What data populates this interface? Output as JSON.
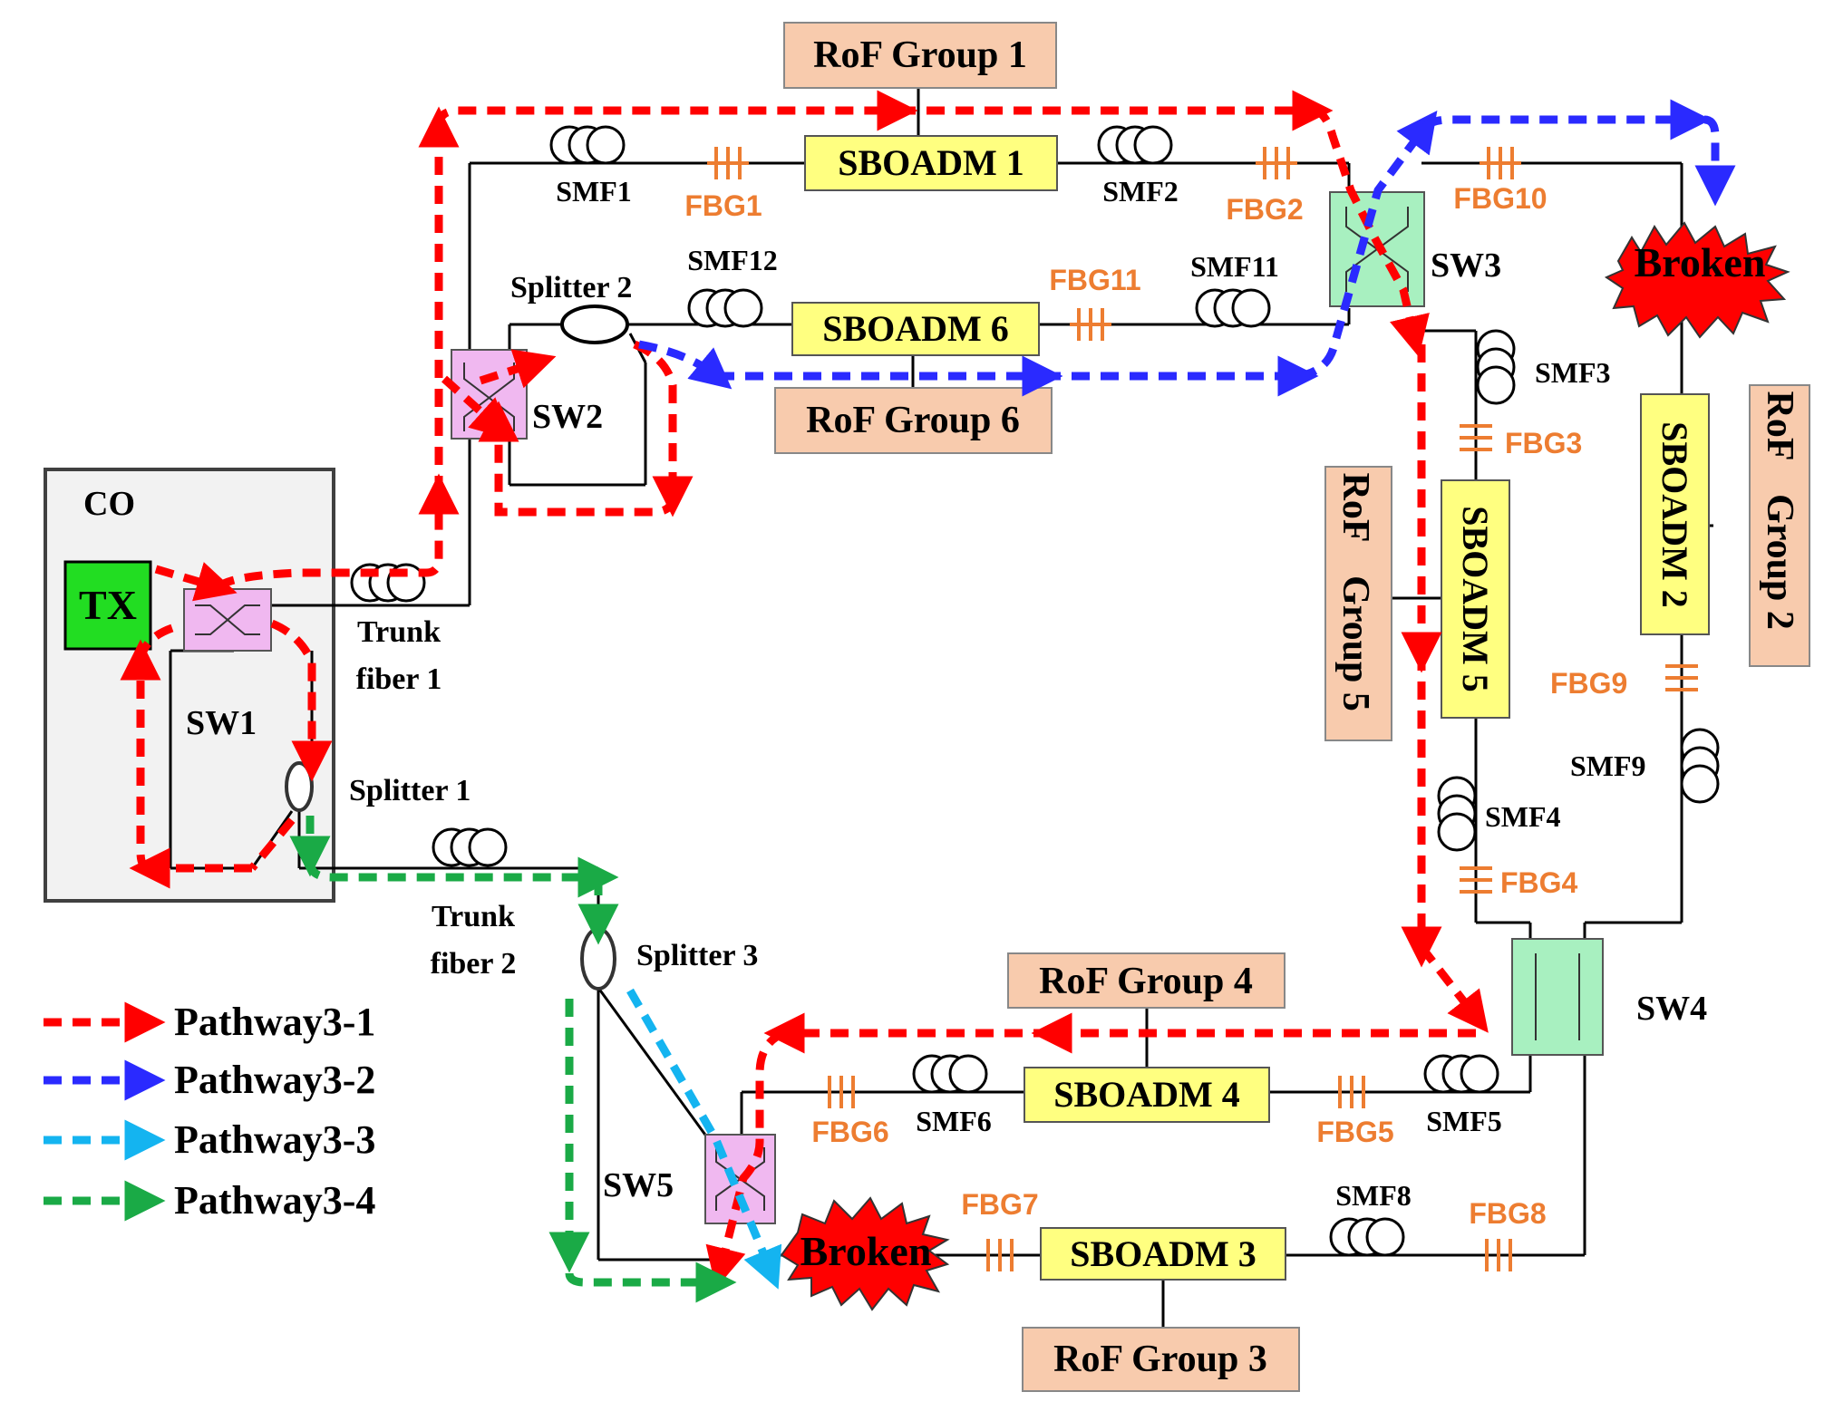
{
  "co": {
    "label": "CO",
    "tx": "TX"
  },
  "switches": {
    "sw1": "SW1",
    "sw2": "SW2",
    "sw3": "SW3",
    "sw4": "SW4",
    "sw5": "SW5"
  },
  "splitters": {
    "s1": "Splitter 1",
    "s2": "Splitter 2",
    "s3": "Splitter 3"
  },
  "trunk": {
    "t1_line1": "Trunk",
    "t1_line2": "fiber 1",
    "t2_line1": "Trunk",
    "t2_line2": "fiber 2"
  },
  "sboadm": {
    "s1": "SBOADM 1",
    "s2": "SBOADM 2",
    "s3": "SBOADM 3",
    "s4": "SBOADM 4",
    "s5": "SBOADM 5",
    "s6": "SBOADM 6"
  },
  "rof": {
    "g1": "RoF Group 1",
    "g2a": "RoF",
    "g2b": "Group 2",
    "g3": "RoF Group 3",
    "g4": "RoF Group 4",
    "g5a": "RoF",
    "g5b": "Group 5",
    "g6": "RoF Group 6"
  },
  "smf": {
    "m1": "SMF1",
    "m2": "SMF2",
    "m3": "SMF3",
    "m4": "SMF4",
    "m5": "SMF5",
    "m6": "SMF6",
    "m8": "SMF8",
    "m9": "SMF9",
    "m11": "SMF11",
    "m12": "SMF12"
  },
  "fbg": {
    "f1": "FBG1",
    "f2": "FBG2",
    "f3": "FBG3",
    "f4": "FBG4",
    "f5": "FBG5",
    "f6": "FBG6",
    "f7": "FBG7",
    "f8": "FBG8",
    "f9": "FBG9",
    "f10": "FBG10",
    "f11": "FBG11"
  },
  "broken": {
    "b1": "Broken",
    "b2": "Broken"
  },
  "legend": [
    {
      "label": "Pathway3-1",
      "color": "#ff0000"
    },
    {
      "label": "Pathway3-2",
      "color": "#2a2aff"
    },
    {
      "label": "Pathway3-3",
      "color": "#14b4f0"
    },
    {
      "label": "Pathway3-4",
      "color": "#1aaa46"
    }
  ],
  "colors": {
    "sboadm_fill": "#ffff80",
    "rof_fill": "#f8cbad",
    "tx_fill": "#22dd22",
    "sw_pink": "#f0b8f0",
    "sw_green": "#a8f0c0",
    "co_fill": "#f2f2f2",
    "fbg": "#ed7d31",
    "broken": "#ff0000"
  }
}
